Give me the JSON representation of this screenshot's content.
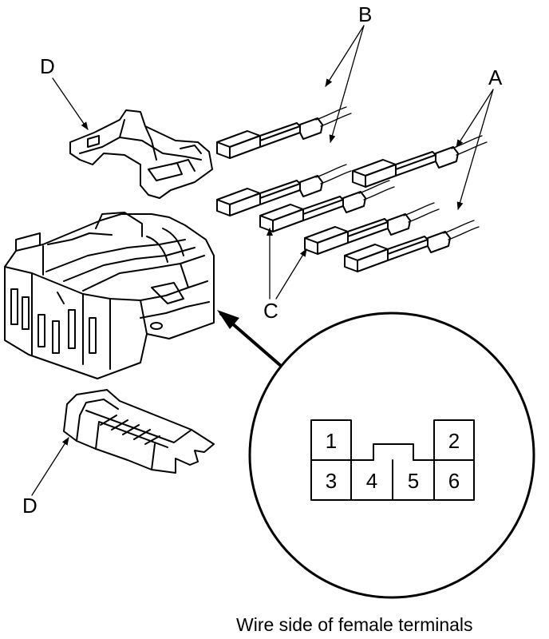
{
  "callouts": {
    "a": "A",
    "b": "B",
    "c": "C",
    "d_top": "D",
    "d_bottom": "D"
  },
  "pins": [
    "1",
    "2",
    "3",
    "4",
    "5",
    "6"
  ],
  "caption": "Wire side of female terminals"
}
